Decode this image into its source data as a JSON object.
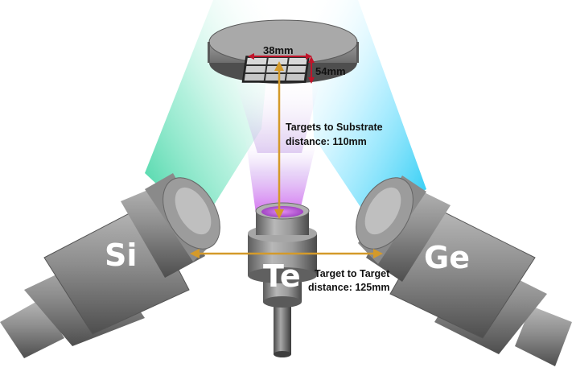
{
  "labels": {
    "width_dim": "38mm",
    "height_dim": "54mm",
    "substrate_distance_line1": "Targets to Substrate",
    "substrate_distance_line2": "distance: 110mm",
    "target_distance_line1": "Target to Target",
    "target_distance_line2": "distance: 125mm"
  },
  "guns": {
    "left": "Si",
    "center": "Te",
    "right": "Ge"
  },
  "colors": {
    "si_plume": "#3fd6a6",
    "ge_plume": "#22ccf2",
    "te_plume": "#c04fe0",
    "arrow": "#d49a2a",
    "dim_arrow": "#c0142a",
    "gun_body": "#8e8e8e"
  }
}
